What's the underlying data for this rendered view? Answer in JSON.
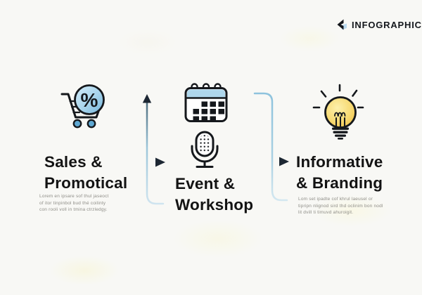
{
  "brand": {
    "label": "INFOGRAPHIC"
  },
  "sections": [
    {
      "title_line1": "Sales &",
      "title_line2": "Promotical",
      "body": "Lorem en ipsare sof thul jaseoct of itor tinpinbol bud thé coilinty con rooli voll in tmina ctrzledgy.",
      "icon": "shopping-cart-percent-icon",
      "percent_symbol": "%"
    },
    {
      "title_line1": "Event &",
      "title_line2": "Workshop",
      "icons": [
        "calendar-icon",
        "microphone-icon"
      ]
    },
    {
      "title_line1": "Informative",
      "title_line2": "& Branding",
      "body": "Lom set ipadte cof khrul laeusel or tipripn nlignod sird thd oclinim bon nodl lit dvill ti timuvd ahuroigit.",
      "icon": "lightbulb-icon"
    }
  ],
  "icons": {
    "brand": "chevron-left-diamond",
    "connector1": "arrow-up-and-right",
    "connector2": "bracket-and-arrow-right"
  },
  "colors": {
    "background": "#f8f8f5",
    "heading": "#131313",
    "body_text": "#8f8e88",
    "accent_blue": "#a9d0e2",
    "arrow_dark": "#1d2733",
    "calendar_blue": "#aed7ec",
    "percent_blue": "#7cb8dc",
    "bulb_yellow": "#f2c94c",
    "wheel_blue": "#5fa8d2"
  }
}
